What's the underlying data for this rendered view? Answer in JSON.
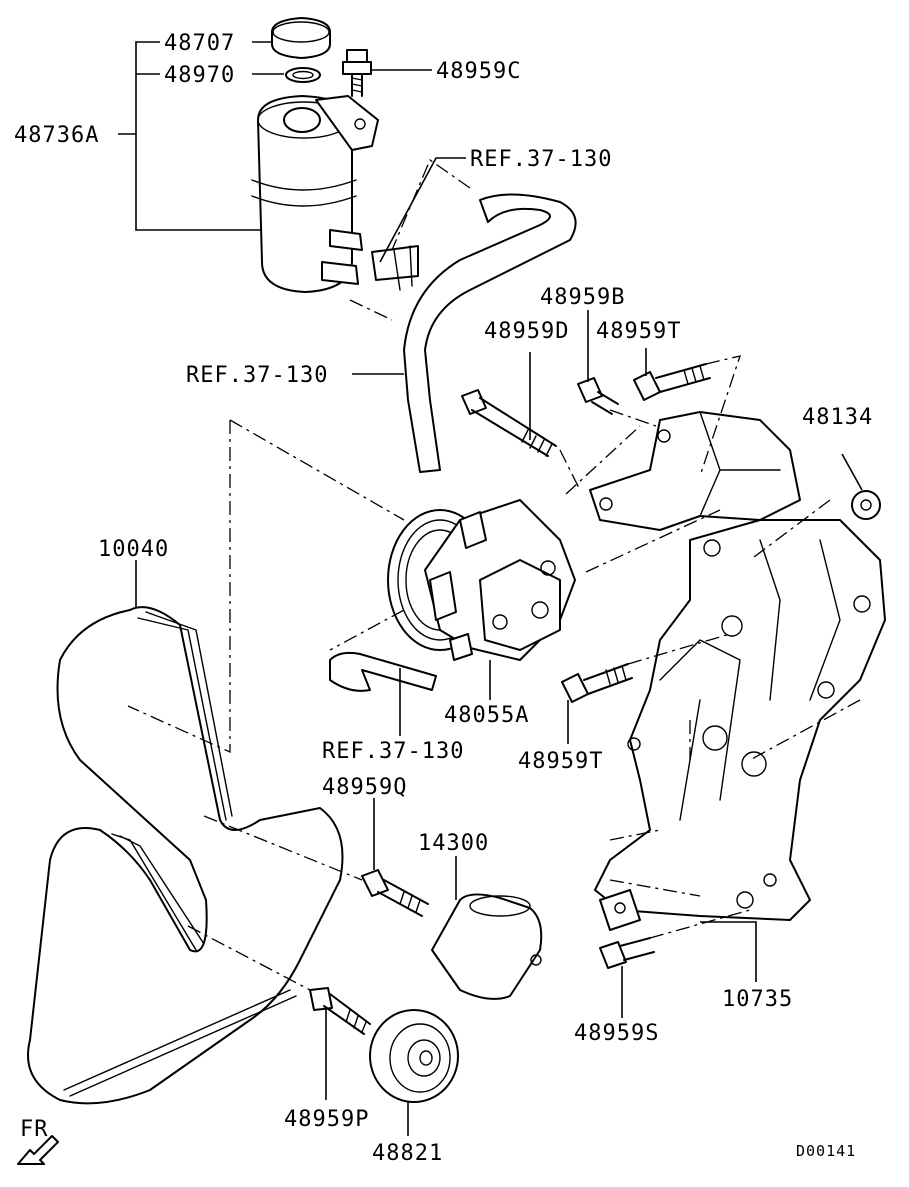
{
  "diagram": {
    "drawing_code": "D00141",
    "direction_indicator": "FR",
    "labels": {
      "cap": "48707",
      "seal": "48970",
      "reservoir": "48736A",
      "reservoir_bolt": "48959C",
      "ref_upper": "REF.37-130",
      "ref_middle": "REF.37-130",
      "ref_lower": "REF.37-130",
      "bolt_b": "48959B",
      "bolt_d": "48959D",
      "bolt_t_upper": "48959T",
      "bushing": "48134",
      "belt": "10040",
      "pump": "48055A",
      "bolt_t_lower": "48959T",
      "bolt_q": "48959Q",
      "tensioner": "14300",
      "bracket": "10735",
      "bolt_s": "48959S",
      "bolt_p": "48959P",
      "idler_pulley": "48821"
    }
  }
}
